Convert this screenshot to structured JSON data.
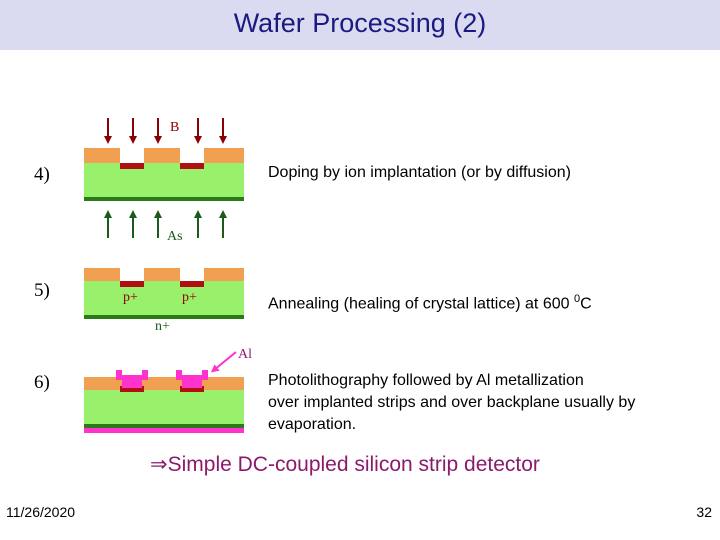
{
  "title": "Wafer Processing (2)",
  "steps": [
    {
      "number": "4)",
      "description": "Doping by ion implantation (or by diffusion)"
    },
    {
      "number": "5)",
      "description_main": "Annealing (healing of crystal lattice) at 600 ",
      "description_sup": "0",
      "description_unit": "C"
    },
    {
      "number": "6)",
      "description_lines": [
        "Photolithography followed by Al metallization",
        "over implanted strips and over backplane usually by",
        "evaporation."
      ]
    }
  ],
  "labels": {
    "boron": "B",
    "arsenic": "As",
    "p_plus_1": "p+",
    "p_plus_2": "p+",
    "n_plus": "n+",
    "aluminium": "Al"
  },
  "conclusion": {
    "arrow": "⇒",
    "text": "Simple DC-coupled silicon strip detector"
  },
  "footer": {
    "date": "11/26/2020",
    "page": "32"
  },
  "colors": {
    "title_bar": "#dadaf0",
    "title_text": "#1a1a80",
    "silicon": "#99f06a",
    "oxide": "#f0a050",
    "implant": "#b01010",
    "backplane": "#2a7a1a",
    "metal": "#ff33cc",
    "label_red": "#8b0000",
    "label_green": "#1a5a1a",
    "conclusion": "#8b1a6b"
  }
}
